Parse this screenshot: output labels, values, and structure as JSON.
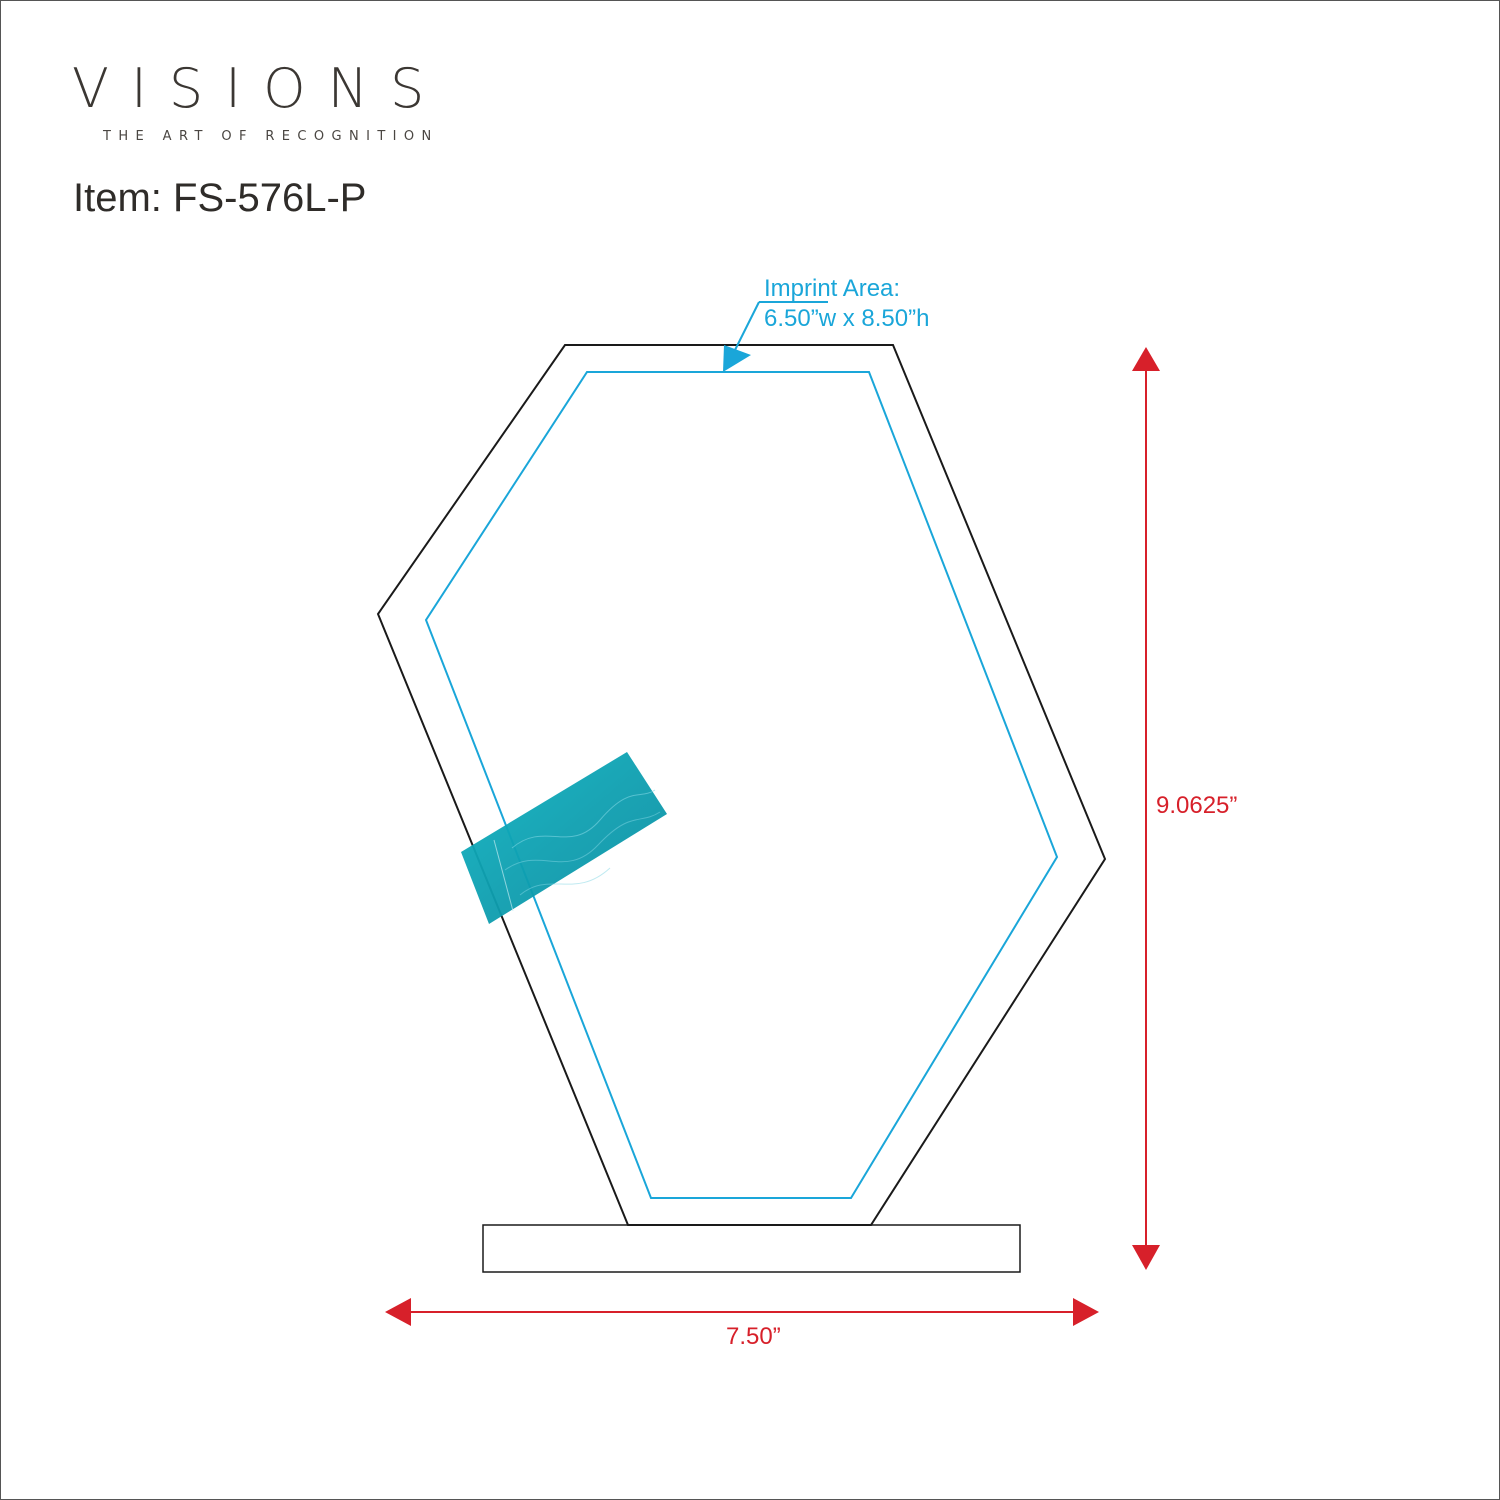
{
  "brand": {
    "name": "VISIONS",
    "tagline": "THE ART OF RECOGNITION"
  },
  "item": {
    "label": "Item: FS-576L-P"
  },
  "imprint": {
    "line1": "Imprint Area:",
    "line2": "6.50”w x 8.50”h"
  },
  "dimensions": {
    "height": "9.0625”",
    "width": "7.50”"
  },
  "colors": {
    "outline": "#1a1a1a",
    "imprint": "#1aa6d9",
    "dimension": "#d7202a",
    "accent": "#11a5b8"
  }
}
